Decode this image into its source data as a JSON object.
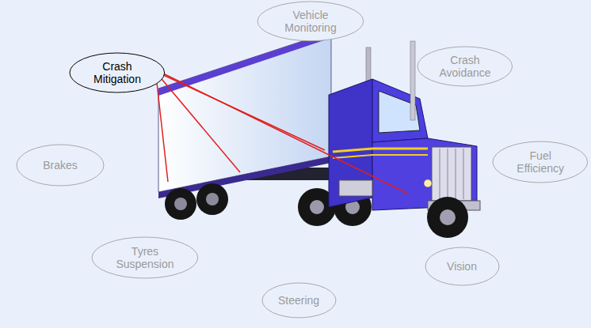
{
  "diagram": {
    "nodes": [
      {
        "text": [
          "Vehicle Monitoring"
        ]
      },
      {
        "text": [
          "Crash Mitigation"
        ]
      },
      {
        "text": [
          "Crash Avoidance"
        ]
      },
      {
        "text": [
          "Brakes"
        ]
      },
      {
        "text": [
          "Fuel Efficiency"
        ]
      },
      {
        "text": [
          "Tyres Suspension"
        ]
      },
      {
        "text": [
          "Vision"
        ]
      },
      {
        "text": [
          "Steering"
        ]
      }
    ]
  }
}
